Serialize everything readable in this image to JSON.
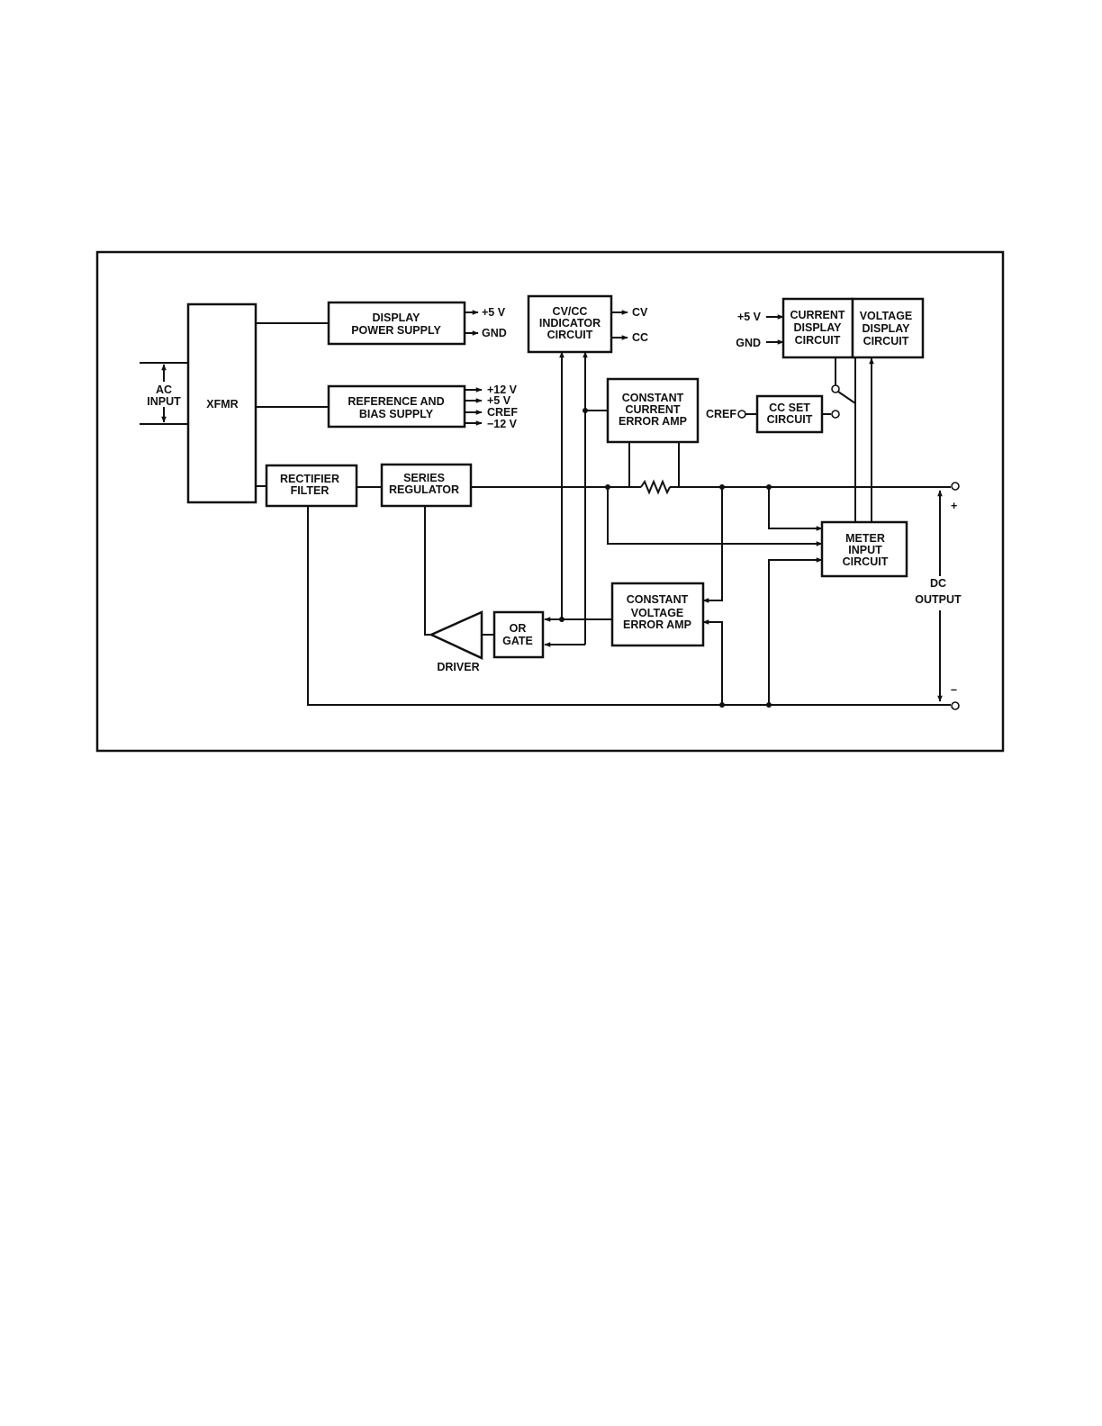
{
  "blocks": {
    "xfmr": "XFMR",
    "display_power_supply": [
      "DISPLAY",
      "POWER SUPPLY"
    ],
    "reference_bias_supply": [
      "REFERENCE AND",
      "BIAS SUPPLY"
    ],
    "rectifier_filter": [
      "RECTIFIER",
      "FILTER"
    ],
    "series_regulator": [
      "SERIES",
      "REGULATOR"
    ],
    "cvcc_indicator": [
      "CV/CC",
      "INDICATOR",
      "CIRCUIT"
    ],
    "constant_current_error_amp": [
      "CONSTANT",
      "CURRENT",
      "ERROR AMP"
    ],
    "cc_set_circuit": [
      "CC SET",
      "CIRCUIT"
    ],
    "current_display_circuit": [
      "CURRENT",
      "DISPLAY",
      "CIRCUIT"
    ],
    "voltage_display_circuit": [
      "VOLTAGE",
      "DISPLAY",
      "CIRCUIT"
    ],
    "meter_input_circuit": [
      "METER",
      "INPUT",
      "CIRCUIT"
    ],
    "constant_voltage_error_amp": [
      "CONSTANT",
      "VOLTAGE",
      "ERROR AMP"
    ],
    "or_gate": [
      "OR",
      "GATE"
    ]
  },
  "labels": {
    "ac_input": [
      "AC",
      "INPUT"
    ],
    "display_supply_outputs": [
      "+5 V",
      "GND"
    ],
    "bias_supply_outputs": [
      "+12 V",
      "+5 V",
      "CREF",
      "−12 V"
    ],
    "cvcc_outputs": [
      "CV",
      "CC"
    ],
    "display_inputs": [
      "+5 V",
      "GND"
    ],
    "cref": "CREF",
    "driver": "DRIVER",
    "dc_output": [
      "DC",
      "OUTPUT"
    ],
    "plus": "+",
    "minus": "–"
  }
}
